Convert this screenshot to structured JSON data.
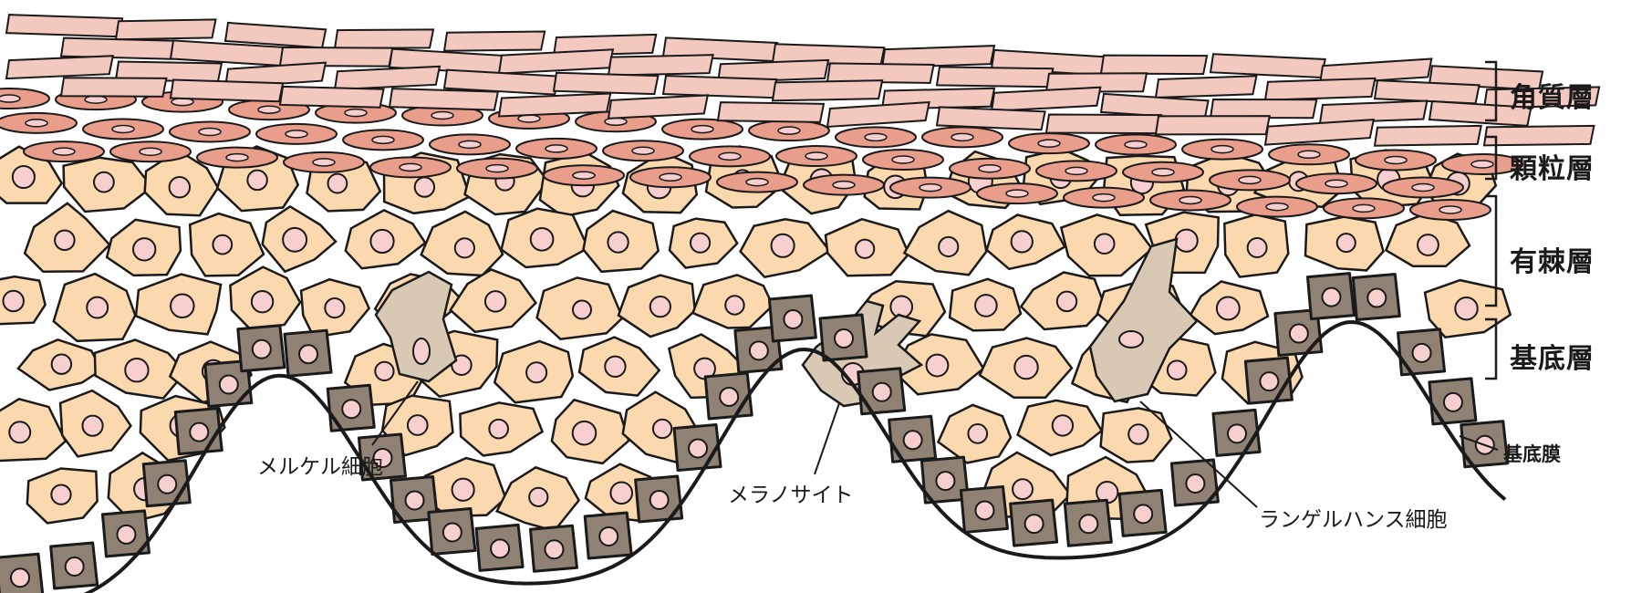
{
  "layers": [
    {
      "key": "stratum-corneum",
      "label": "角質層"
    },
    {
      "key": "stratum-granulosum",
      "label": "顆粒層"
    },
    {
      "key": "stratum-spinosum",
      "label": "有棘層"
    },
    {
      "key": "stratum-basale",
      "label": "基底層"
    }
  ],
  "callouts": {
    "basement_membrane": "基底膜",
    "merkel_cell": "メルケル細胞",
    "melanocyte": "メラノサイト",
    "langerhans_cell": "ランゲルハンス細胞"
  },
  "colors": {
    "outline": "#1a1a1a",
    "corneum_fill": "#f3c9bf",
    "granulosum_fill": "#e89e8a",
    "spinosum_fill": "#fbd8ad",
    "nucleus_fill": "#f8cfcf",
    "basal_fill": "#8f8274",
    "special_cell_fill": "#d8c9b5",
    "background": "#ffffff"
  }
}
